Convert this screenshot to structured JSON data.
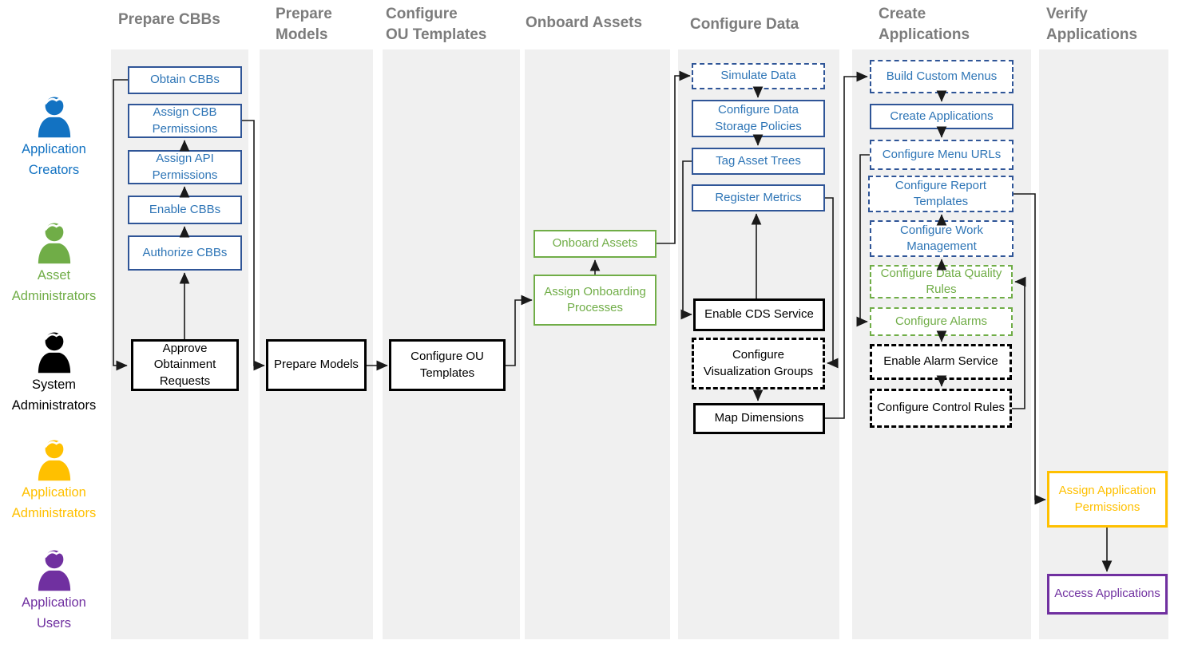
{
  "palette": {
    "blue_border": "#2F5597",
    "blue_text": "#2E75B6",
    "green": "#70AD47",
    "black": "#000000",
    "yellow": "#FFC000",
    "purple": "#7030A0",
    "header_text": "#7C7C7C",
    "column_background": "#F0F0F0",
    "role_blue": "#1272C2",
    "connector": "#1a1a1a"
  },
  "columns": [
    {
      "header": "Prepare CBBs"
    },
    {
      "header": "Prepare\nModels"
    },
    {
      "header": "Configure\nOU  Templates"
    },
    {
      "header": "Onboard Assets"
    },
    {
      "header": "Configure Data"
    },
    {
      "header": "Create\nApplications"
    },
    {
      "header": "Verify\nApplications"
    }
  ],
  "roles": [
    {
      "label": "Application\nCreators",
      "color": "#1272C2",
      "icon": "person-icon"
    },
    {
      "label": "Asset\nAdministrators",
      "color": "#70AD47",
      "icon": "person-icon"
    },
    {
      "label": "System\nAdministrators",
      "color": "#000000",
      "icon": "person-icon"
    },
    {
      "label": "Application\nAdministrators",
      "color": "#FFC000",
      "icon": "person-icon"
    },
    {
      "label": "Application\nUsers",
      "color": "#7030A0",
      "icon": "person-icon"
    }
  ],
  "boxes": {
    "obtain_cbbs": "Obtain CBBs",
    "assign_cbb_permissions": "Assign CBB Permissions",
    "assign_api_permissions": "Assign API Permissions",
    "enable_cbbs": "Enable CBBs",
    "authorize_cbbs": "Authorize CBBs",
    "approve_obtainment_requests": "Approve Obtainment Requests",
    "prepare_models": "Prepare Models",
    "configure_ou_templates": "Configure OU Templates",
    "onboard_assets": "Onboard Assets",
    "assign_onboarding_processes": "Assign Onboarding Processes",
    "simulate_data": "Simulate Data",
    "configure_data_storage_policies": "Configure Data Storage Policies",
    "tag_asset_trees": "Tag Asset Trees",
    "register_metrics": "Register Metrics",
    "enable_cds_service": "Enable CDS Service",
    "configure_visualization_groups": "Configure Visualization Groups",
    "map_dimensions": "Map Dimensions",
    "build_custom_menus": "Build Custom Menus",
    "create_applications": "Create Applications",
    "configure_menu_urls": "Configure Menu URLs",
    "configure_report_templates": "Configure Report Templates",
    "configure_work_management": "Configure Work Management",
    "configure_data_quality_rules": "Configure Data Quality Rules",
    "configure_alarms": "Configure Alarms",
    "enable_alarm_service": "Enable Alarm Service",
    "configure_control_rules": "Configure Control Rules",
    "assign_application_permissions": "Assign Application Permissions",
    "access_applications": "Access Applications"
  }
}
